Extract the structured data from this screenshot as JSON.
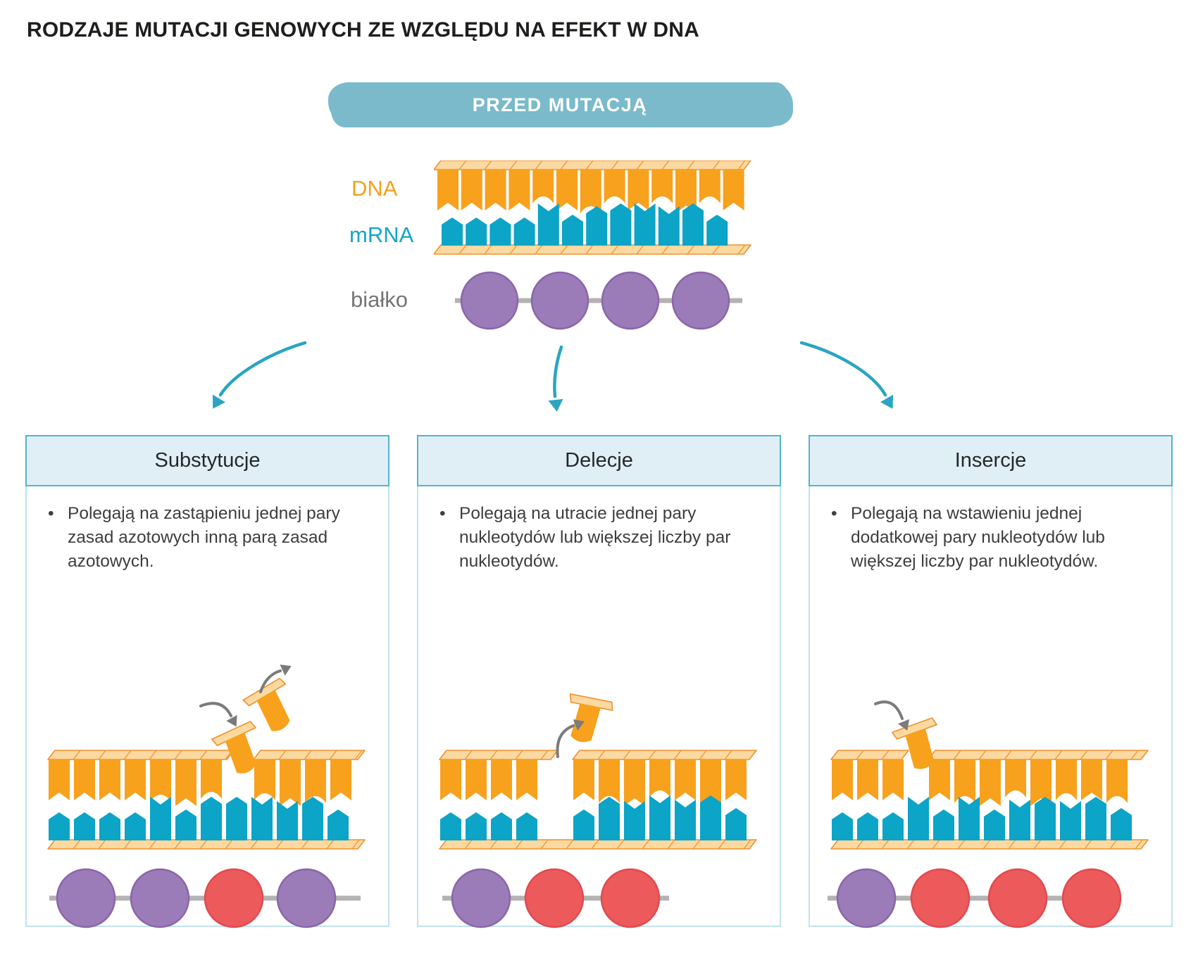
{
  "title": "RODZAJE MUTACJI GENOWYCH ZE WZGLĘDU NA EFEKT W DNA",
  "banner": {
    "label": "PRZED MUTACJĄ"
  },
  "before": {
    "dna_label": "DNA",
    "mrna_label": "mRNA",
    "protein_label": "białko",
    "protein_chain": [
      "normal",
      "normal",
      "normal",
      "normal"
    ]
  },
  "ui": {
    "bullet": "•"
  },
  "boxes": [
    {
      "id": "substitutions",
      "title": "Substytucje",
      "description": "Polegają na zastąpieniu jednej pary zasad azotowych inną parą zasad azotowych.",
      "protein_chain": [
        "normal",
        "normal",
        "mutated",
        "normal"
      ]
    },
    {
      "id": "deletions",
      "title": "Delecje",
      "description": "Polegają na utracie jednej pary nukleotydów lub większej liczby par nukleotydów.",
      "protein_chain": [
        "normal",
        "mutated",
        "mutated"
      ]
    },
    {
      "id": "insertions",
      "title": "Insercje",
      "description": "Polegają na wstawieniu jednej dodatkowej pary nukleotydów lub większej liczby par nukleotydów.",
      "protein_chain": [
        "normal",
        "mutated",
        "mutated",
        "mutated"
      ]
    }
  ],
  "colors": {
    "dna": "#F8A11D",
    "dna_backbone": "#FBD9A0",
    "dna_backbone_stroke": "#F0902B",
    "mrna": "#0CA4C7",
    "protein": "#9C7BB9",
    "protein_stroke": "#8A66A9",
    "mutated": "#EC5A5C",
    "mutated_stroke": "#E04A50",
    "chain_line": "#B3B3B3",
    "banner_bg": "#7ABACB",
    "banner_text": "#FFFFFF",
    "box_header_bg": "#DFEFF5",
    "box_header_border": "#54B4CA",
    "box_body_border": "#C2E2EC",
    "teal_arrow": "#29A5C2",
    "gray_arrow": "#7B7B7B",
    "label_dna": "#F6A01B",
    "label_mrna": "#12A5C8",
    "label_protein": "#757575",
    "title_text": "#1E1E1C",
    "body_text": "#3E3E3D"
  }
}
